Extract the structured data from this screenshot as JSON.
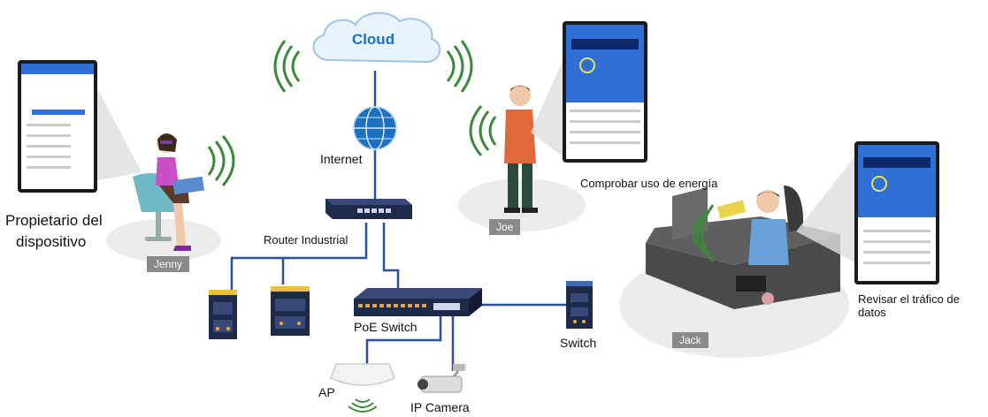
{
  "cloud": {
    "label": "Cloud"
  },
  "internet": {
    "label": "Internet"
  },
  "router": {
    "label": "Router Industrial"
  },
  "poe_switch": {
    "label": "PoE Switch"
  },
  "switch": {
    "label": "Switch"
  },
  "ap": {
    "label": "AP"
  },
  "ip_camera": {
    "label": "IP Camera"
  },
  "users": {
    "jenny": {
      "name": "Jenny",
      "caption_line1": "Propietario del",
      "caption_line2": "dispositivo"
    },
    "joe": {
      "name": "Joe",
      "caption": "Comprobar uso de energía"
    },
    "jack": {
      "name": "Jack",
      "caption": "Revisar el tráfico de datos"
    }
  },
  "colors": {
    "cloud_text": "#1f6fbf",
    "link": "#2b4f9e",
    "signal": "#3a8a3a",
    "device_body": "#1e2a4a",
    "phone_screen": "#2f6fd6"
  }
}
